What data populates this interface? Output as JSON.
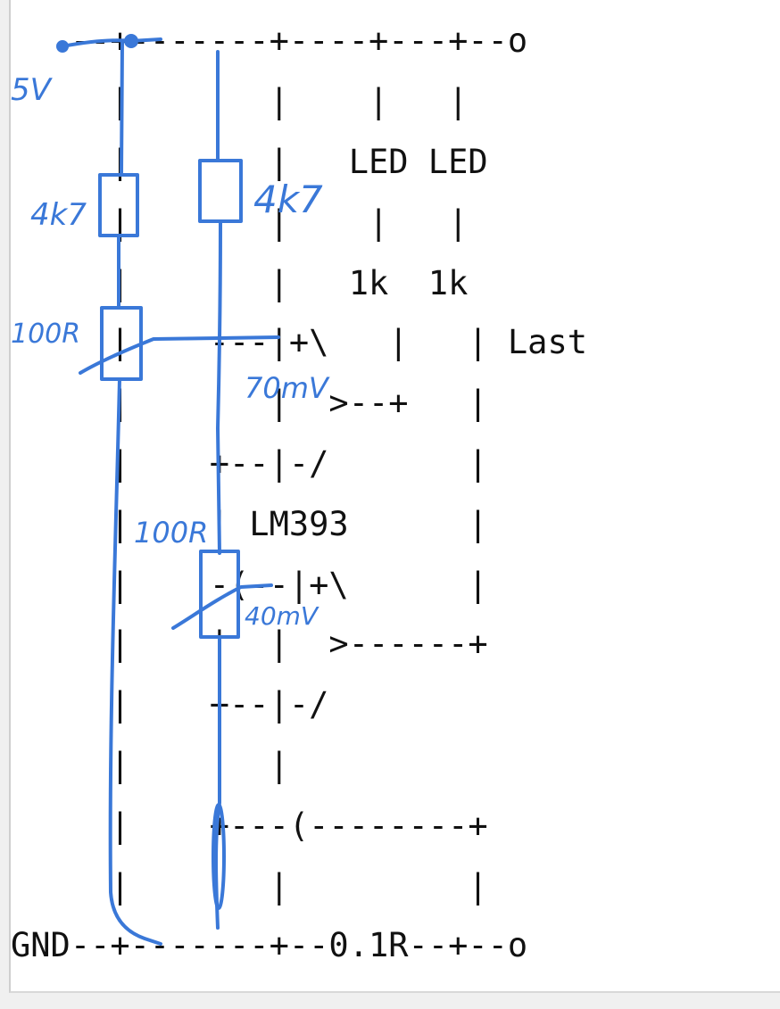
{
  "ascii_lines": [
    "   --+-------+----+---+--o",
    "     |       |    |   |",
    "     |       |   LED LED",
    "     |       |    |   |",
    "     |       |   1k  1k",
    "     |    ---|+\\   |   | Last",
    "     |       |  >--+   |",
    "     |    +--|-/       |",
    "     |    | LM393      |",
    "     |    -(--|+\\      |",
    "     |    |  |  >------+",
    "     |    +--|-/",
    "     |    |  |",
    "     |    +---(--------+",
    "     |       |         |",
    "GND--+-------+--0.1R--+--o"
  ],
  "handwritten": {
    "supply": "5V",
    "r1": "4k7",
    "r2": "4k7",
    "pot1": "100R",
    "pot2": "100R",
    "v1": "70mV",
    "v2": "40mV"
  },
  "colors": {
    "ink": "#111111",
    "pen": "#3a78d8",
    "background": "#ffffff"
  }
}
